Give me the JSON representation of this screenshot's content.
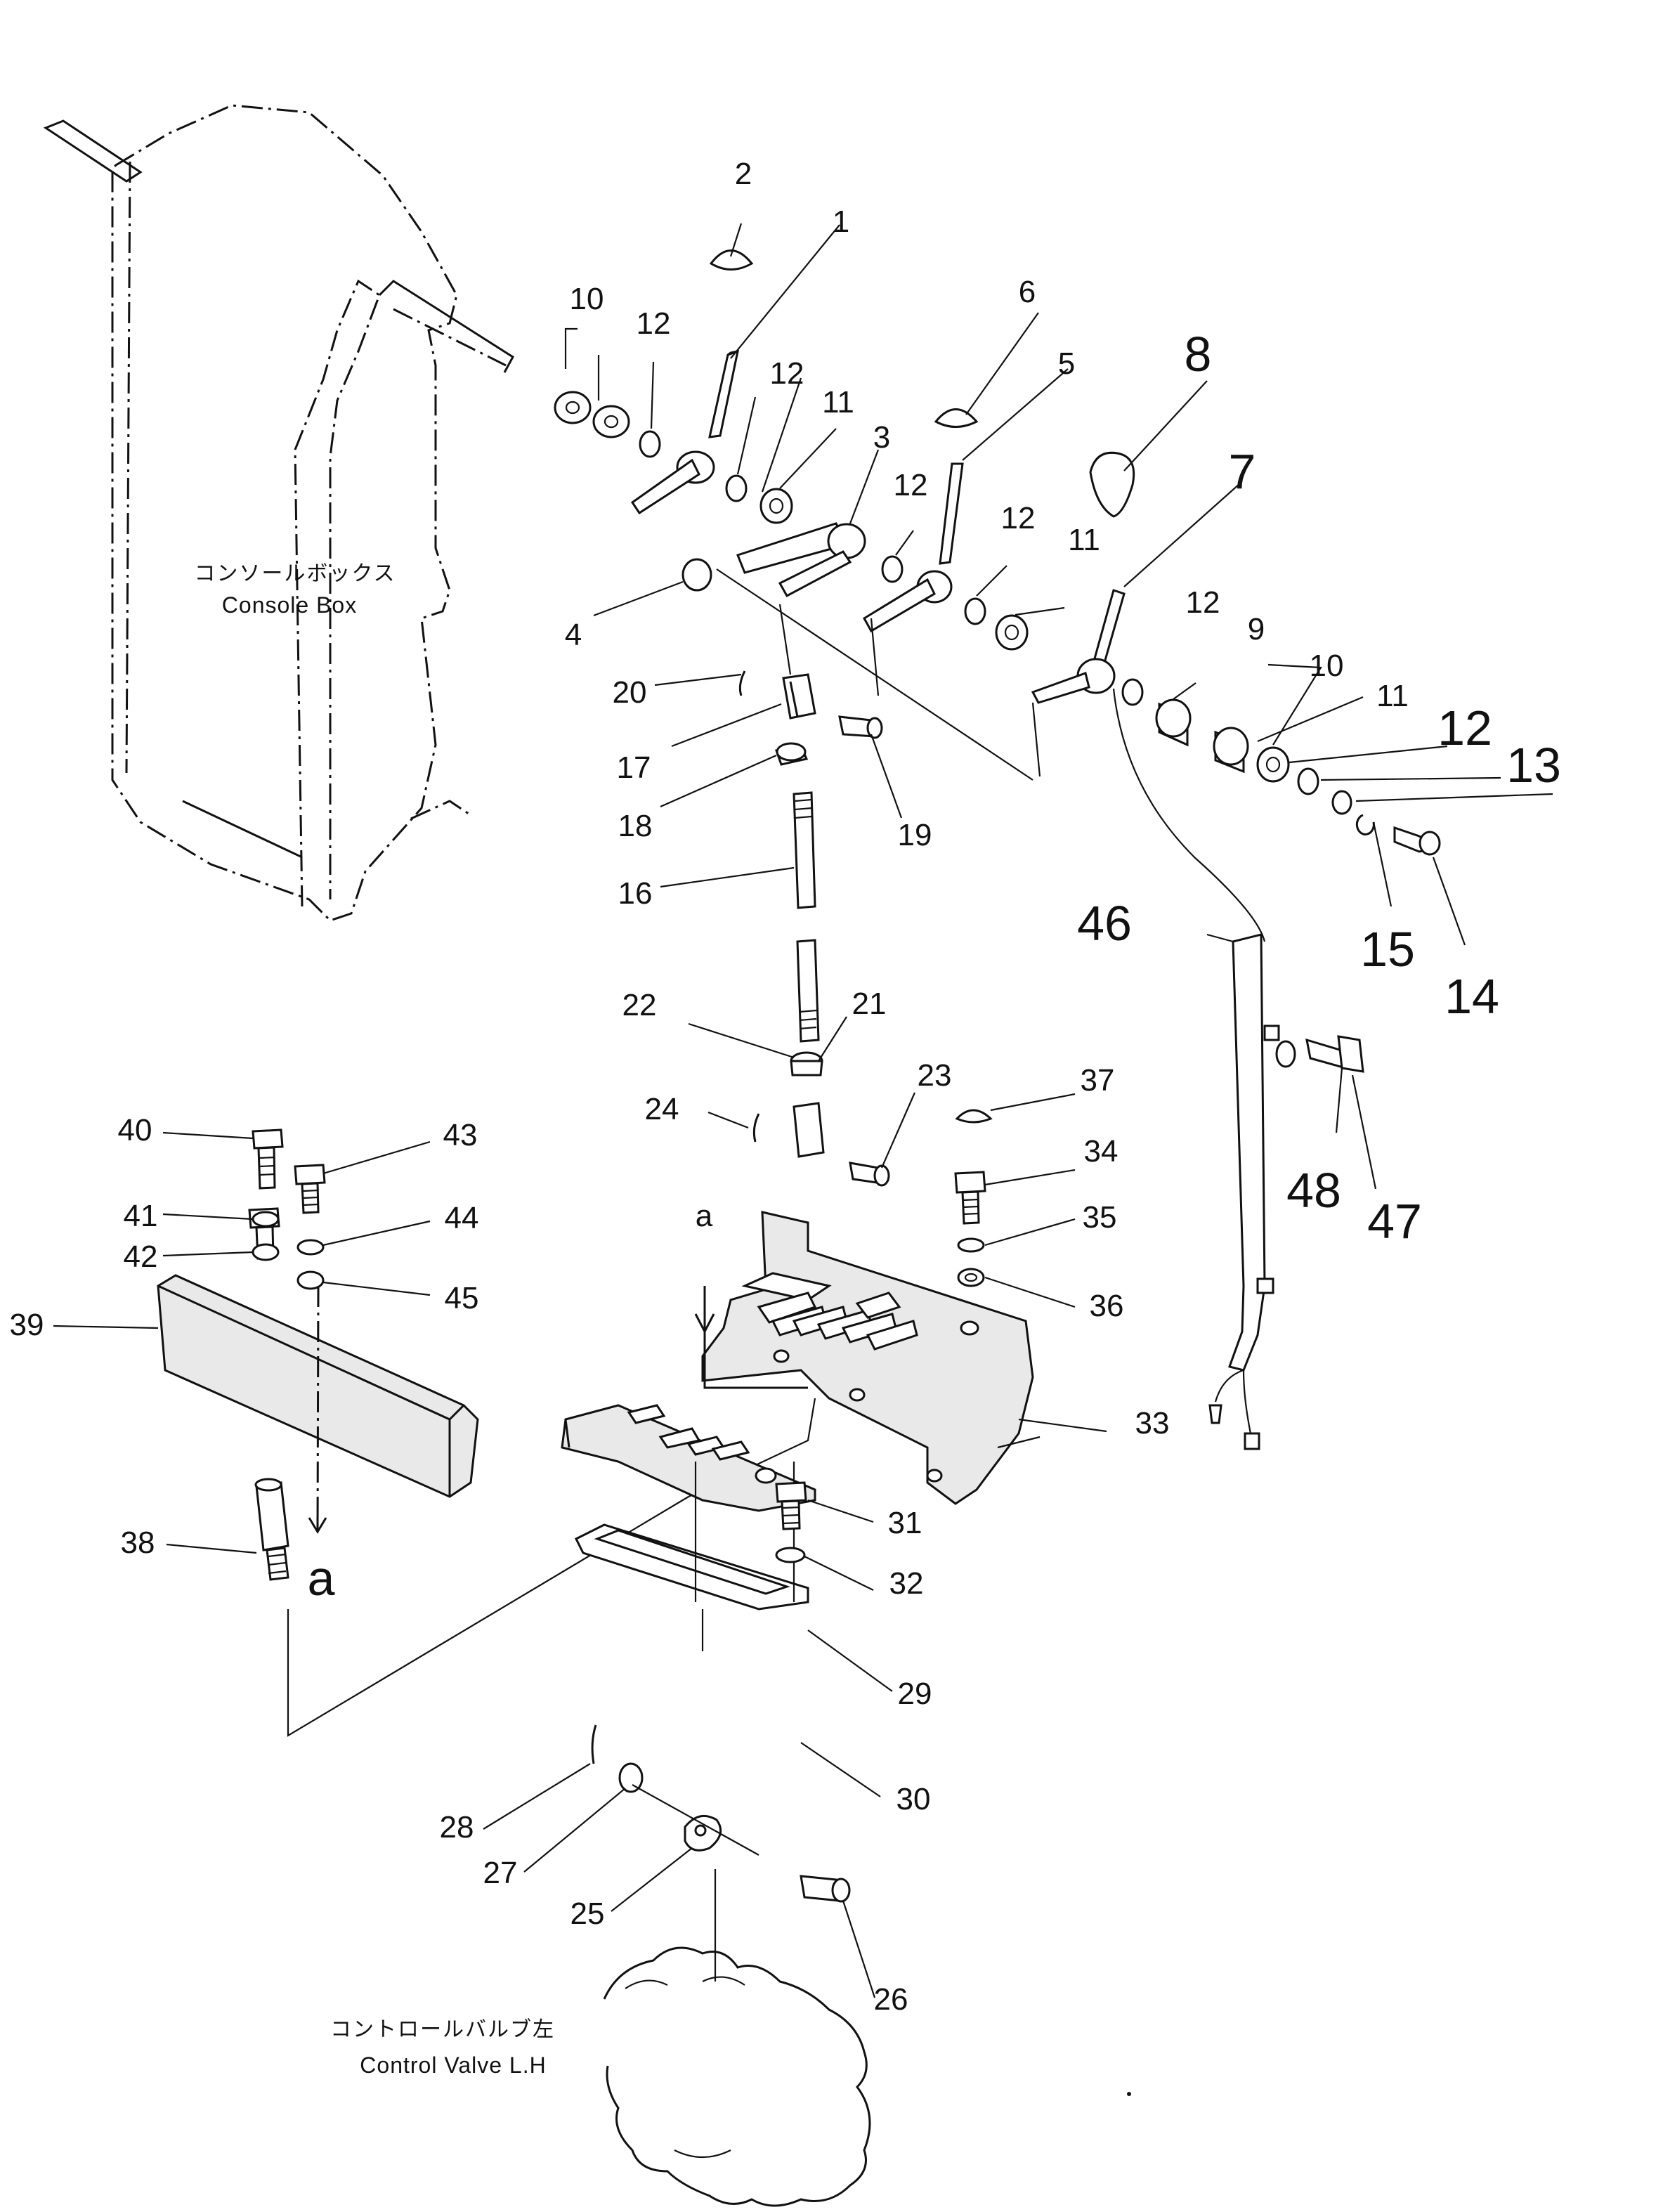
{
  "diagram": {
    "callouts": [
      "1",
      "2",
      "3",
      "4",
      "5",
      "6",
      "7",
      "8",
      "9",
      "10",
      "10",
      "11",
      "11",
      "11",
      "11",
      "12",
      "12",
      "12",
      "12",
      "12",
      "12",
      "13",
      "14",
      "15",
      "16",
      "17",
      "18",
      "19",
      "20",
      "21",
      "22",
      "23",
      "24",
      "25",
      "26",
      "27",
      "28",
      "29",
      "30",
      "31",
      "32",
      "33",
      "34",
      "35",
      "36",
      "37",
      "38",
      "39",
      "40",
      "41",
      "42",
      "43",
      "44",
      "45",
      "46",
      "47",
      "48"
    ],
    "view_letter": "a",
    "console_box": {
      "jp": "コンソールボックス",
      "en": "Console Box"
    },
    "control_valve": {
      "jp": "コントロールバルブ左",
      "en": "Control Valve L.H"
    }
  }
}
